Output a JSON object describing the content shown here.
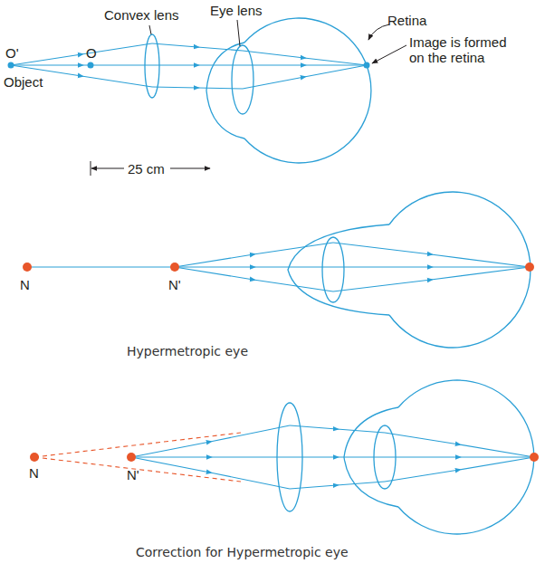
{
  "diagram": {
    "labels": [
      "Convex lens",
      "Eye lens",
      "Retina",
      "Image is formed on the retina",
      "O'",
      "O",
      "Object",
      "25 cm",
      "N",
      "N'",
      "Hypermetropic eye",
      "N",
      "N'",
      "Correction for Hypermetropic eye"
    ]
  }
}
